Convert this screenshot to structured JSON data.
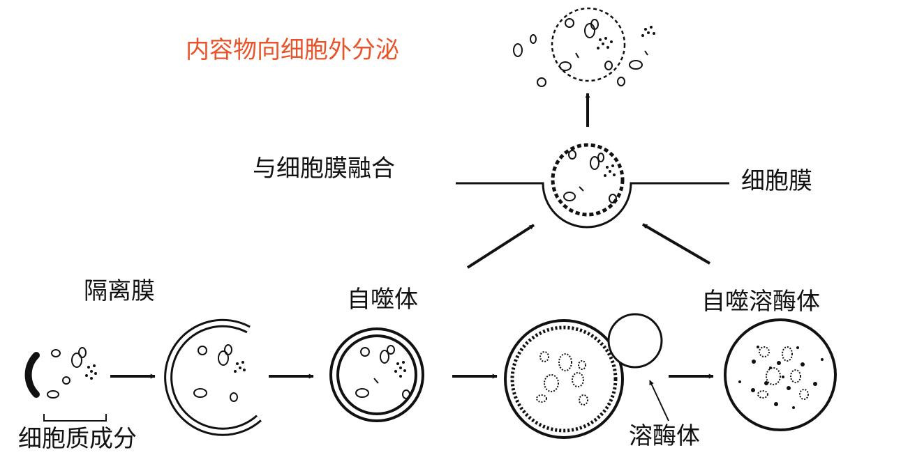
{
  "labels": {
    "secretion": "内容物向细胞外分泌",
    "fusion": "与细胞膜融合",
    "cell_membrane": "细胞膜",
    "isolation_membrane": "隔离膜",
    "autophagosome": "自噬体",
    "autolysosome": "自噬溶酶体",
    "cytoplasm_components": "细胞质成分",
    "lysosome": "溶酶体"
  },
  "colors": {
    "secretion_label": "#e8542a",
    "ink": "#111111"
  }
}
